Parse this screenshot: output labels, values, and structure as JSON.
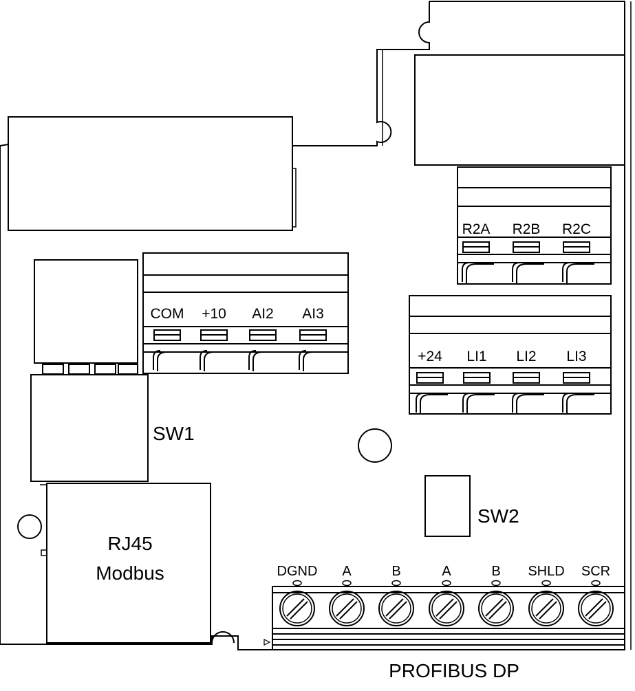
{
  "diagram": {
    "colors": {
      "stroke": "#000000",
      "background": "#ffffff"
    },
    "relay_terminals": {
      "labels": [
        "R2A",
        "R2B",
        "R2C"
      ]
    },
    "analog_terminals": {
      "labels": [
        "COM",
        "+10",
        "AI2",
        "AI3"
      ]
    },
    "logic_terminals": {
      "labels": [
        "+24",
        "LI1",
        "LI2",
        "LI3"
      ]
    },
    "switches": {
      "sw1": "SW1",
      "sw2": "SW2"
    },
    "rj45": {
      "line1": "RJ45",
      "line2": "Modbus"
    },
    "profibus": {
      "labels": [
        "DGND",
        "A",
        "B",
        "A",
        "B",
        "SHLD",
        "SCR"
      ],
      "title": "PROFIBUS DP"
    }
  }
}
